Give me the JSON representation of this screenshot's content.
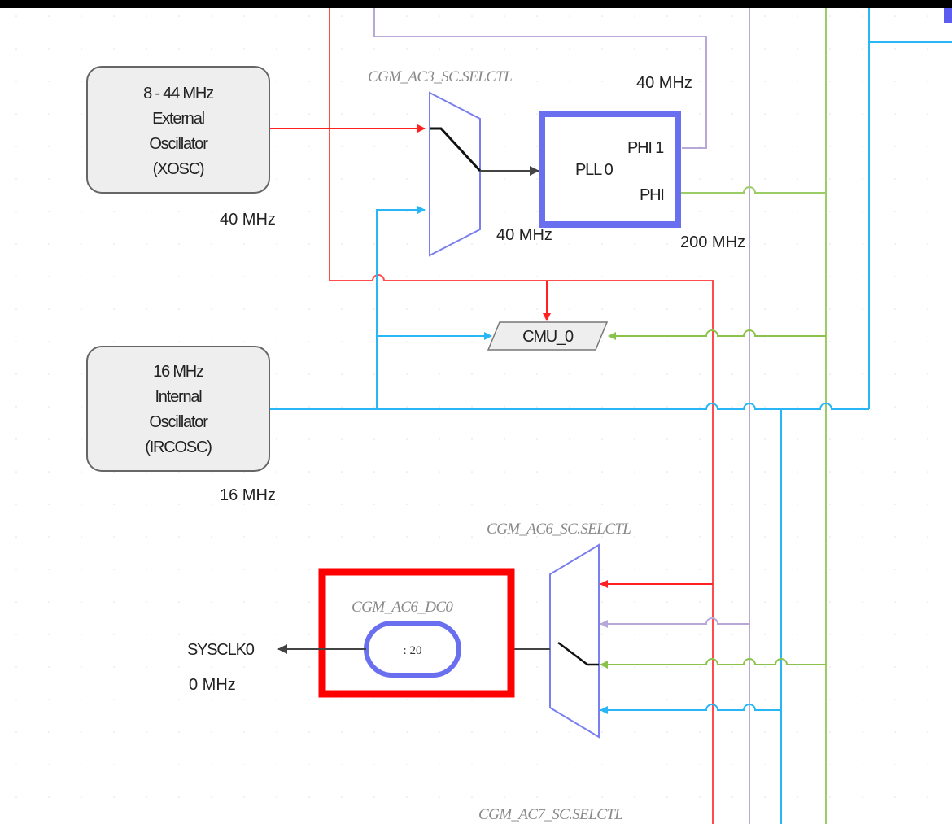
{
  "colors": {
    "red": "#ff4d4d",
    "blue": "#29b6f6",
    "green": "#9ccc65",
    "purple": "#b8a8d8",
    "pll_border": "#6a6ff0",
    "divider_border": "#ff0000",
    "mux_border": "#6a6ff0"
  },
  "oscillators": {
    "xosc": {
      "lines": [
        "8 - 44 MHz",
        "External",
        "Oscillator",
        "(XOSC)"
      ],
      "freq": "40 MHz"
    },
    "irc": {
      "lines": [
        "16 MHz",
        "Internal",
        "Oscillator",
        "(IRCOSC)"
      ],
      "freq": "16 MHz"
    }
  },
  "mux3": {
    "label": "CGM_AC3_SC.SELCTL",
    "out_freq": "40 MHz"
  },
  "pll": {
    "name": "PLL 0",
    "phi1": "PHI 1",
    "phi": "PHI",
    "phi1_freq": "40 MHz",
    "phi_freq": "200 MHz"
  },
  "cmu": {
    "label": "CMU_0"
  },
  "mux6": {
    "label": "CGM_AC6_SC.SELCTL"
  },
  "divider": {
    "label": "CGM_AC6_DC0",
    "value": ": 20"
  },
  "output": {
    "name": "SYSCLK0",
    "freq": "0 MHz"
  },
  "mux7": {
    "label": "CGM_AC7_SC.SELCTL"
  }
}
